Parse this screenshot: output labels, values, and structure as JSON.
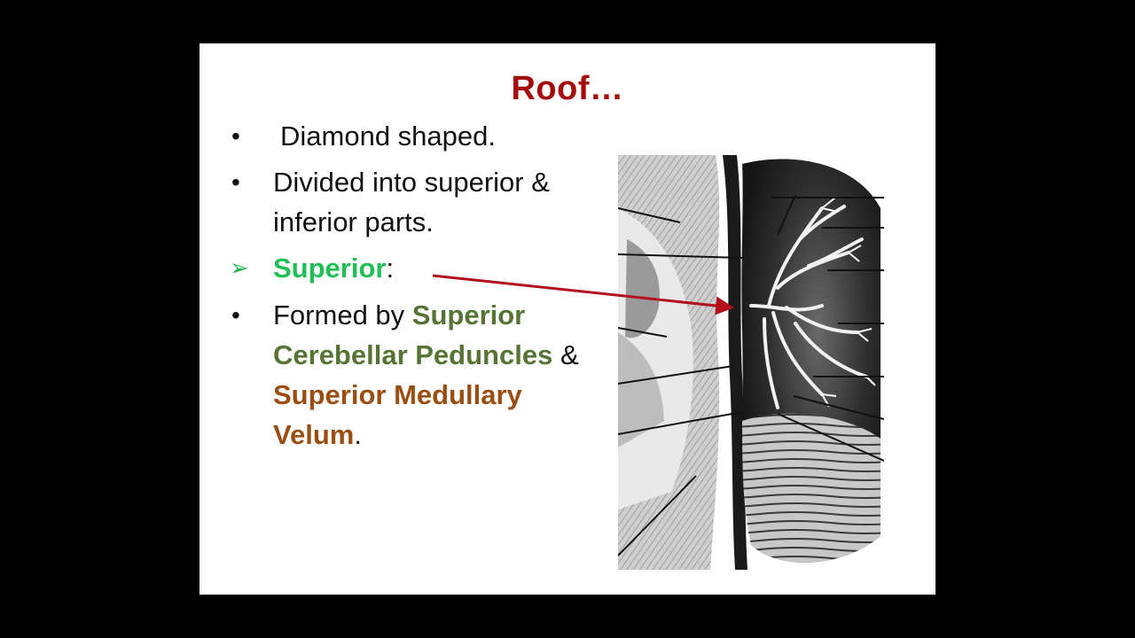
{
  "slide": {
    "title": "Roof…",
    "bullets": [
      {
        "marker": "•",
        "text": "Diamond shaped."
      },
      {
        "marker": "•",
        "text": "Divided into superior & inferior parts."
      },
      {
        "marker": "➢",
        "label": "Superior",
        "suffix": ":"
      },
      {
        "marker": "•",
        "lead": "Formed by ",
        "term1": "Superior Cerebellar Peduncles",
        "mid": " & ",
        "term2": "Superior Medullary Velum",
        "end": "."
      }
    ]
  },
  "colors": {
    "title": "#a50d0d",
    "superior_label": "#1fbf55",
    "peduncles": "#587434",
    "velum": "#9a4e12",
    "pointer_arrow": "#b30f1c"
  },
  "figure": {
    "icon": "cerebellum-sagittal-section-illustration"
  }
}
